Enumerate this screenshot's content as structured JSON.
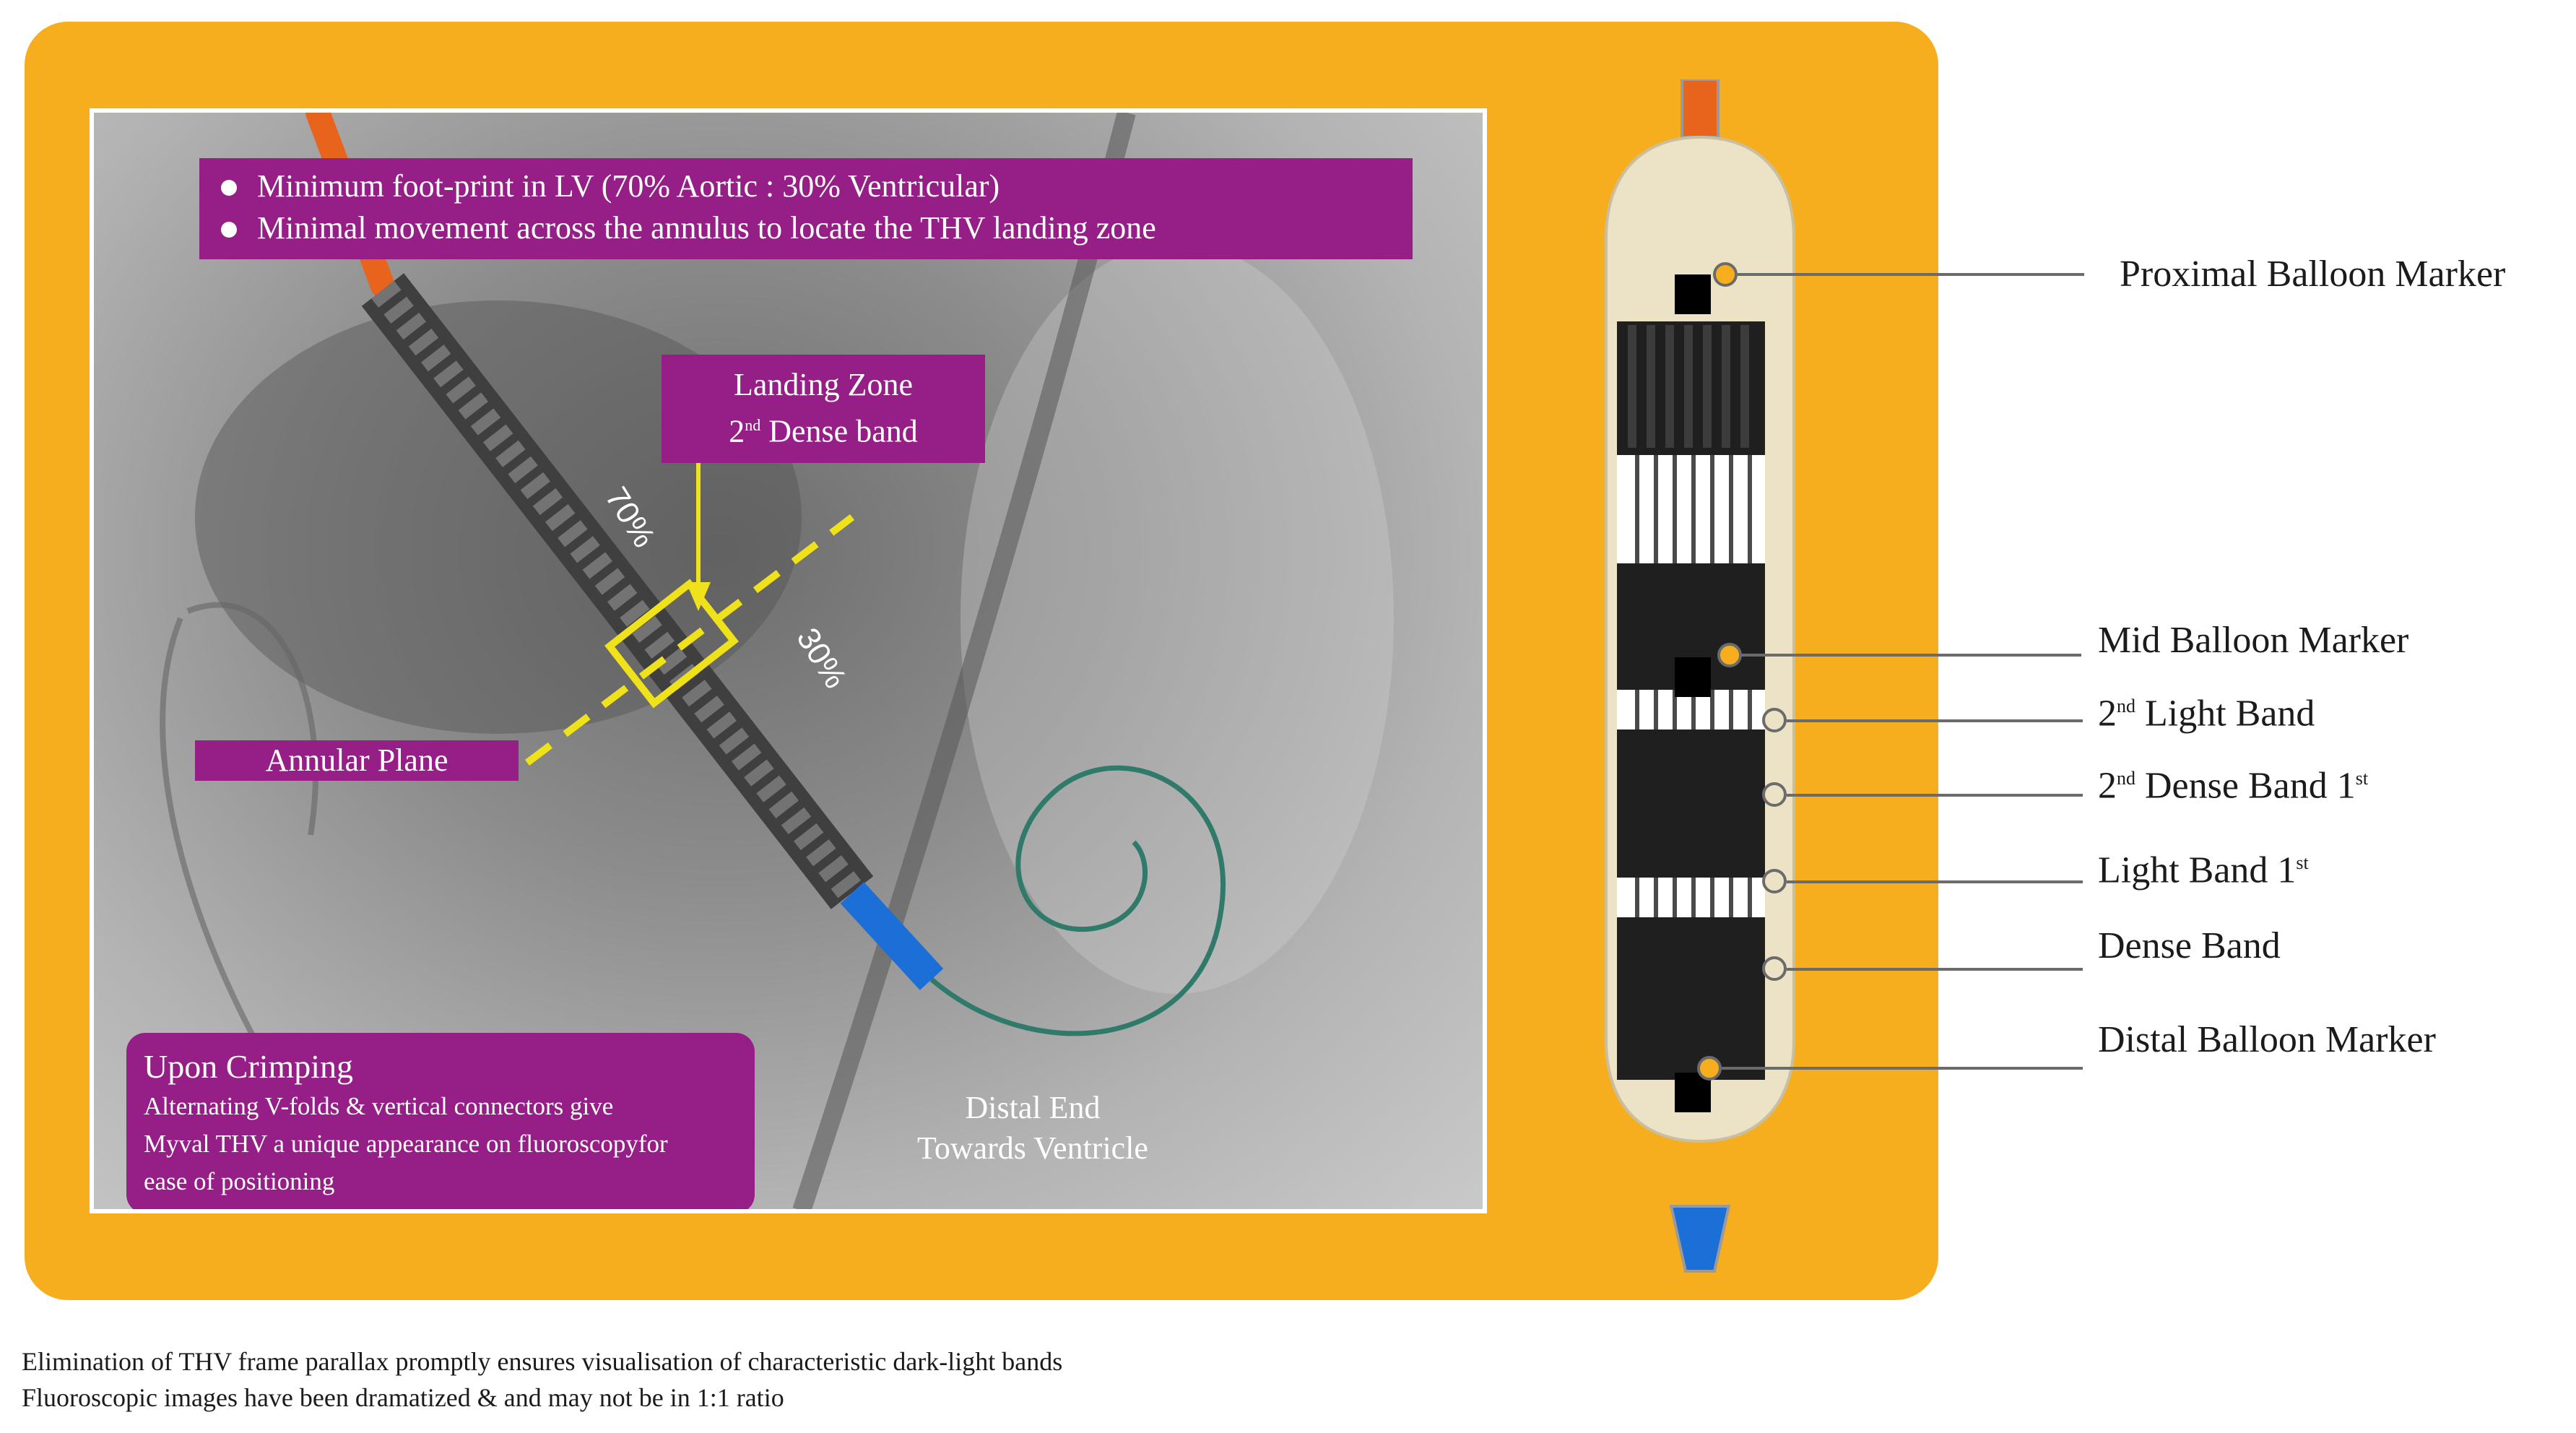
{
  "bullets": [
    "Minimum foot-print in LV (70% Aortic : 30% Ventricular)",
    "Minimal movement across the annulus to locate the THV landing zone"
  ],
  "landing_zone": {
    "line1": "Landing Zone",
    "line2_num": "2",
    "line2_sup": "nd",
    "line2_rest": " Dense band"
  },
  "annular_plane": "Annular Plane",
  "pct_aortic": "70%",
  "pct_ventricular": "30%",
  "crimping": {
    "title": "Upon Crimping",
    "line1": "Alternating V-folds & vertical connectors give",
    "line2": "Myval THV a unique appearance on fluoroscopyfor",
    "line3": "ease of positioning"
  },
  "distal_end": {
    "line1": "Distal End",
    "line2": "Towards Ventricle"
  },
  "valve_labels": {
    "proximal": "Proximal Balloon Marker",
    "mid": "Mid Balloon Marker",
    "light2_num": "2",
    "light2_sup": "nd",
    "light2_rest": " Light Band",
    "dense2_num": "2",
    "dense2_sup": "nd",
    "dense2_rest": " Dense Band 1",
    "dense2_tail_sup": "st",
    "light1": "Light Band 1",
    "light1_sup": "st",
    "dense": "Dense Band",
    "distal": "Distal Balloon Marker"
  },
  "caption": {
    "line1": "Elimination of THV frame parallax promptly ensures visualisation of characteristic dark-light bands",
    "line2": "Fluoroscopic images have been dramatized & and may not be in 1:1 ratio"
  },
  "colors": {
    "panel": "#f6ae1e",
    "purple": "#951f86",
    "yellow_marker": "#f0e21a",
    "catheter_orange": "#e8641c",
    "tip_blue": "#1c6fd6",
    "guidewire": "#2f7a6a"
  }
}
